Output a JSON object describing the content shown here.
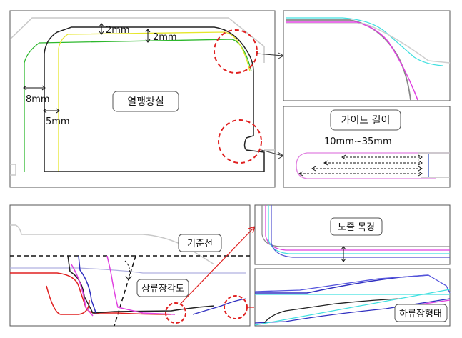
{
  "panel_top_left": {
    "dim_top_a": "2mm",
    "dim_top_b": "2mm",
    "dim_left_a": "8mm",
    "dim_left_b": "5mm",
    "center_label": "열팽창실"
  },
  "panel_guide": {
    "title": "가이드 길이",
    "range": "10mm~35mm"
  },
  "panel_bottom_left": {
    "baseline_label": "기준선",
    "angle_label": "상류장각도"
  },
  "panel_exposure": {
    "label": "노즐 목경"
  },
  "panel_downstream": {
    "label": "하류장형태"
  },
  "colors": {
    "frame": "#555555",
    "callout_circle": "#e02020",
    "arrow_red": "#e02020",
    "green_outline": "#2db82d",
    "yellow_outline": "#e6e62a",
    "magenta": "#e040e0",
    "cyan": "#40e0e0",
    "blue": "#3030c0",
    "red": "#e02020",
    "light_gray": "#c8c8c8"
  }
}
